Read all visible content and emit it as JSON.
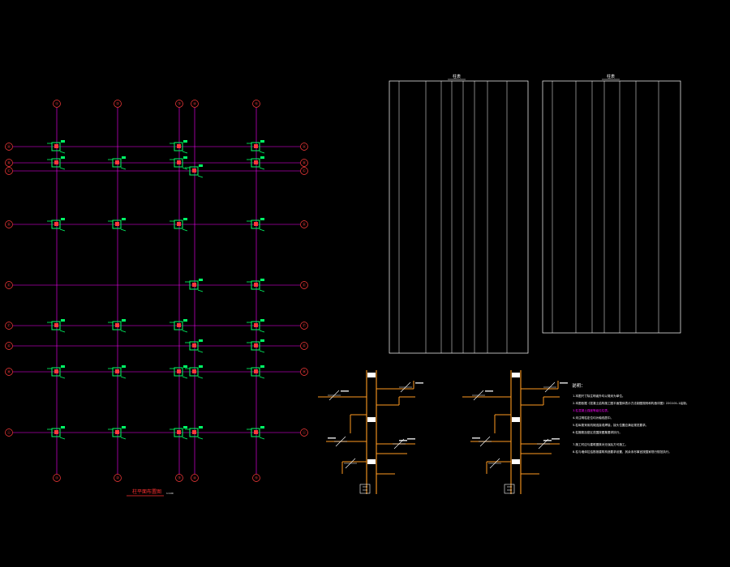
{
  "plan": {
    "title": "柱平面布置图",
    "scale": "1:100",
    "col_axes": [
      "①",
      "②",
      "③",
      "④",
      "⑤"
    ],
    "row_axes": [
      "Ⓐ",
      "Ⓑ",
      "Ⓒ",
      "Ⓓ",
      "Ⓔ",
      "Ⓕ",
      "Ⓖ",
      "Ⓗ",
      "Ⓘ"
    ]
  },
  "tables": {
    "left_title": "柱表",
    "right_title": "柱表"
  },
  "notes": {
    "title": "说明：",
    "items": [
      "1.本图尺寸除注明者外均以毫米为单位。",
      "2.本图依据《混凝土结构施工图平面整体表示方法制图规则和构造详图》22G101-1绘制。",
      "3.柱混凝土强度等级见柱表。",
      "4.未注明柱定位均为轴线居中。",
      "5.柱纵筋采用机械连接或焊接，接头位置应满足规范要求。",
      "6.柱箍筋加密区范围按图集要求执行。",
      "7.施工时应与建筑图核对无误后方可施工。",
      "8.柱与墙体拉结筋按建筑构造要求设置，其余未尽事宜按国家现行规范执行。"
    ]
  },
  "colors": {
    "background": "#000000",
    "axis_line": "#ff00ff",
    "bubble": "#ff3b3b",
    "column": "#00ff66",
    "detail_line": "#ff9a1f",
    "table_line": "#ffffff",
    "title_text": "#ff3030",
    "highlight": "#ff00ff"
  }
}
